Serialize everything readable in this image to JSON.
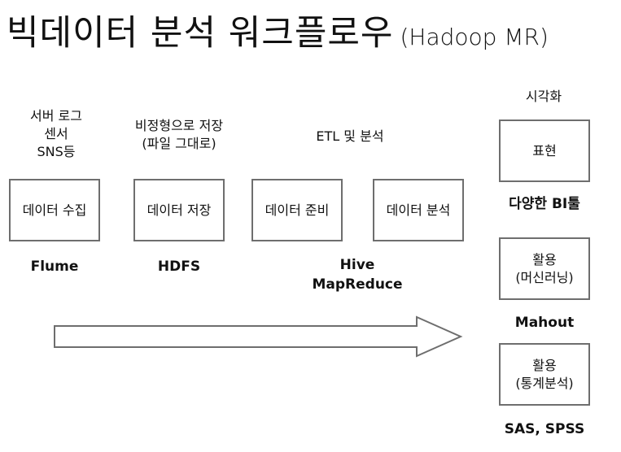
{
  "title": {
    "main": "빅데이터 분석 워크플로우",
    "sub": "(Hadoop MR)"
  },
  "notes": {
    "sources": [
      "서버 로그",
      "센서",
      "SNS등"
    ],
    "storage": [
      "비정형으로 저장",
      "(파일 그대로)"
    ],
    "etl": "ETL 및 분석",
    "visualization": "시각화"
  },
  "boxes": {
    "collect": "데이터 수집",
    "store": "데이터 저장",
    "prepare": "데이터 준비",
    "analyze": "데이터 분석",
    "express": "표현",
    "use_ml": [
      "활용",
      "(머신러닝)"
    ],
    "use_stats": [
      "활용",
      "(통계분석)"
    ]
  },
  "tools": {
    "collect": "Flume",
    "store": "HDFS",
    "prepare_analyze": [
      "Hive",
      "MapReduce"
    ],
    "express": "다양한 BI툴",
    "use_ml": "Mahout",
    "use_stats": "SAS, SPSS"
  }
}
